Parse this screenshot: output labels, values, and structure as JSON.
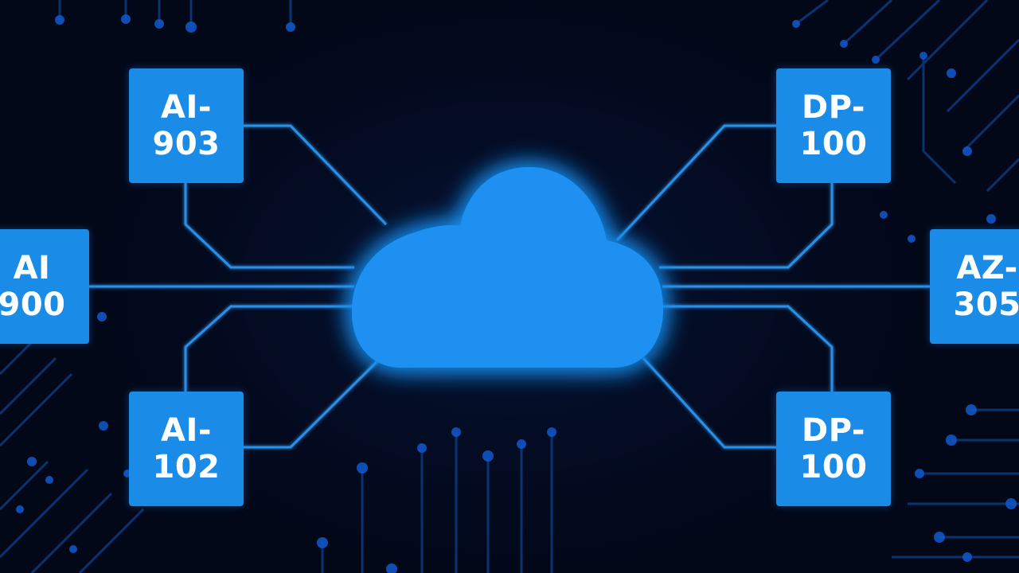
{
  "colors": {
    "background": "#030a1e",
    "node_fill": "#1a8ce8",
    "cloud_fill": "#1e8ff0",
    "connector": "#2a8fe6",
    "circuit": "#0d3f8c"
  },
  "cloud": {
    "icon": "cloud-icon"
  },
  "nodes": {
    "ai903": {
      "line1": "AI-",
      "line2": "903"
    },
    "ai102": {
      "line1": "AI-",
      "line2": "102"
    },
    "ai900": {
      "line1": "AI",
      "line2": "900"
    },
    "dp100_top": {
      "line1": "DP-",
      "line2": "100"
    },
    "dp100_bottom": {
      "line1": "DP-",
      "line2": "100"
    },
    "az305": {
      "line1": "AZ-",
      "line2": "305"
    }
  }
}
